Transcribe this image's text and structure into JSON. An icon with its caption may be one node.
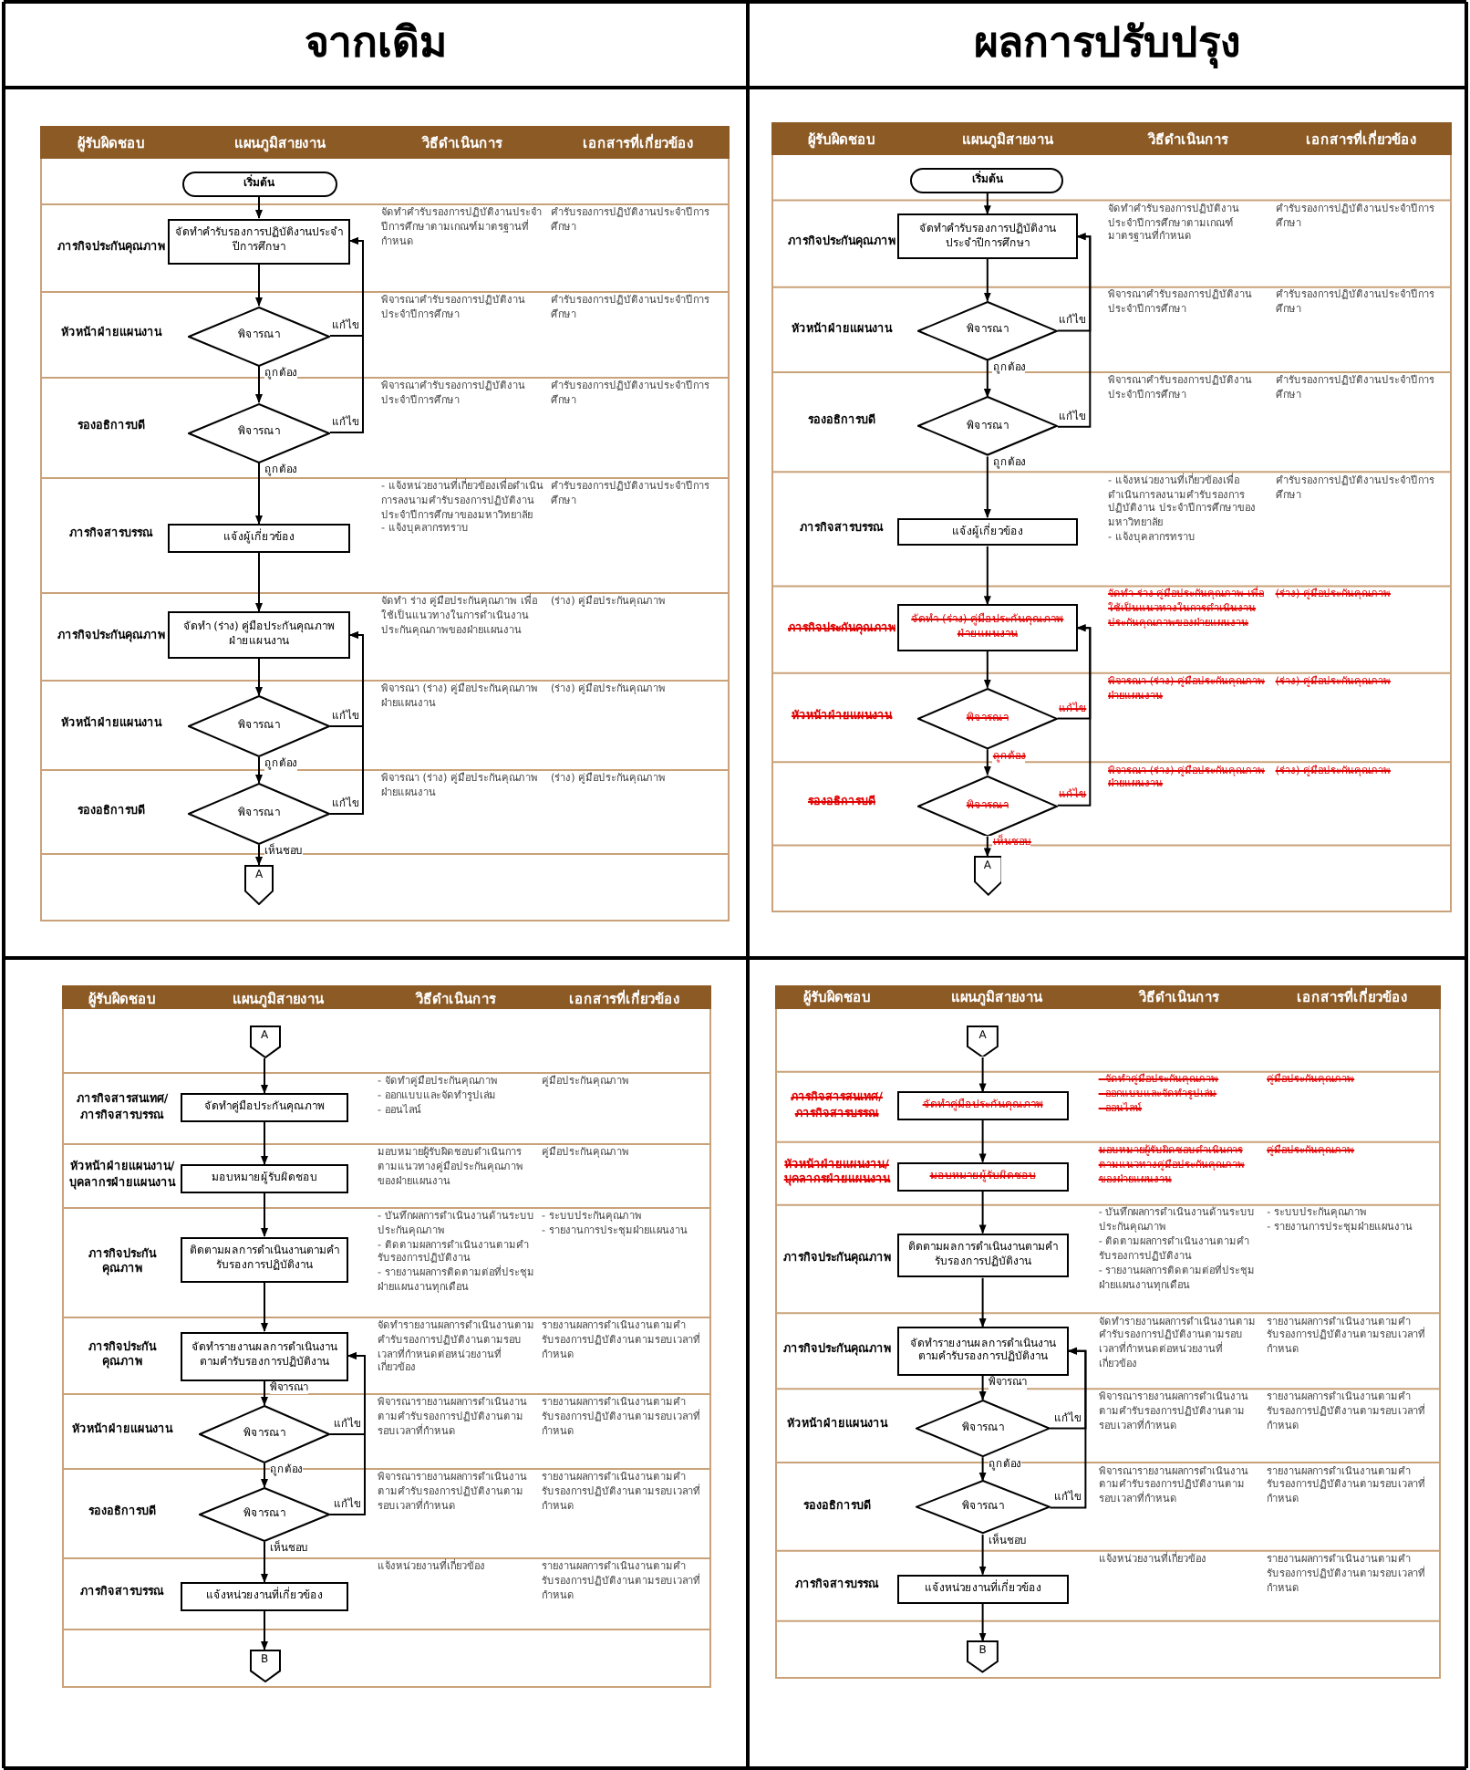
{
  "diagram": {
    "nodes": [
      {
        "text": [
          "เริ่มต้น"
        ]
      },
      {
        "text": [
          "จัดทำคำรับรองการปฏิบัติงานประจำปีการศึกษา"
        ]
      },
      {
        "text": [
          "พิจารณา"
        ]
      },
      {
        "text": [
          "พิจารณา"
        ]
      },
      {
        "text": [
          "แจ้งผู้เกี่ยวข้อง"
        ]
      },
      {
        "text": [
          "จัดทำ (ร่าง) คู่มือประกันคุณภาพฝ่ายแผนงาน"
        ]
      },
      {
        "text": [
          "พิจารณา"
        ]
      },
      {
        "text": [
          "พิจารณา"
        ]
      },
      {
        "text": [
          "A"
        ]
      },
      {
        "text": [
          "เริ่มต้น"
        ]
      },
      {
        "text": [
          "จัดทำคำรับรองการปฏิบัติงานประจำปีการศึกษา"
        ]
      },
      {
        "text": [
          "พิจารณา"
        ]
      },
      {
        "text": [
          "พิจารณา"
        ]
      },
      {
        "text": [
          "แจ้งผู้เกี่ยวข้อง"
        ]
      },
      {
        "text": [
          "จัดทำ (ร่าง) คู่มือประกันคุณภาพฝ่ายแผนงาน"
        ]
      },
      {
        "text": [
          "พิจารณา"
        ]
      },
      {
        "text": [
          "พิจารณา"
        ]
      },
      {
        "text": [
          "A"
        ]
      },
      {
        "text": [
          "A"
        ]
      },
      {
        "text": [
          "จัดทำคู่มือประกันคุณภาพ"
        ]
      },
      {
        "text": [
          "มอบหมายผู้รับผิดชอบ"
        ]
      },
      {
        "text": [
          "ติดตามผลการดำเนินงานตามคำรับรองการปฏิบัติงาน"
        ]
      },
      {
        "text": [
          "จัดทำรายงานผลการดำเนินงานตามคำรับรองการปฏิบัติงาน"
        ]
      },
      {
        "text": [
          "พิจารณา"
        ]
      },
      {
        "text": [
          "พิจารณา"
        ]
      },
      {
        "text": [
          "แจ้งหน่วยงานที่เกี่ยวข้อง"
        ]
      },
      {
        "text": [
          "B"
        ]
      },
      {
        "text": [
          "A"
        ]
      },
      {
        "text": [
          "จัดทำคู่มือประกันคุณภาพ"
        ]
      },
      {
        "text": [
          "มอบหมายผู้รับผิดชอบ"
        ]
      },
      {
        "text": [
          "ติดตามผลการดำเนินงานตามคำรับรองการปฏิบัติงาน"
        ]
      },
      {
        "text": [
          "จัดทำรายงานผลการดำเนินงานตามคำรับรองการปฏิบัติงาน"
        ]
      },
      {
        "text": [
          "พิจารณา"
        ]
      },
      {
        "text": [
          "พิจารณา"
        ]
      },
      {
        "text": [
          "แจ้งหน่วยงานที่เกี่ยวข้อง"
        ]
      },
      {
        "text": [
          "B"
        ]
      }
    ],
    "edges": [
      {
        "from": 0,
        "to": 1,
        "arrow": "to"
      },
      {
        "from": 1,
        "to": 2,
        "arrow": "to"
      },
      {
        "from": 2,
        "to": 3,
        "arrow": "to",
        "label": "ถูกต้อง"
      },
      {
        "from": 2,
        "to": 1,
        "arrow": "to",
        "label": "แก้ไข"
      },
      {
        "from": 3,
        "to": 4,
        "arrow": "to",
        "label": "ถูกต้อง"
      },
      {
        "from": 3,
        "to": 1,
        "arrow": "to",
        "label": "แก้ไข"
      },
      {
        "from": 4,
        "to": 5,
        "arrow": "to"
      },
      {
        "from": 5,
        "to": 6,
        "arrow": "to"
      },
      {
        "from": 6,
        "to": 7,
        "arrow": "to",
        "label": "ถูกต้อง"
      },
      {
        "from": 6,
        "to": 5,
        "arrow": "to",
        "label": "แก้ไข"
      },
      {
        "from": 7,
        "to": 8,
        "arrow": "to",
        "label": "เห็นชอบ"
      },
      {
        "from": 7,
        "to": 5,
        "arrow": "to",
        "label": "แก้ไข"
      },
      {
        "from": 9,
        "to": 10,
        "arrow": "to"
      },
      {
        "from": 10,
        "to": 11,
        "arrow": "to"
      },
      {
        "from": 11,
        "to": 12,
        "arrow": "to",
        "label": "ถูกต้อง"
      },
      {
        "from": 11,
        "to": 10,
        "arrow": "to",
        "label": "แก้ไข"
      },
      {
        "from": 12,
        "to": 13,
        "arrow": "to",
        "label": "ถูกต้อง"
      },
      {
        "from": 12,
        "to": 10,
        "arrow": "to",
        "label": "แก้ไข"
      },
      {
        "from": 13,
        "to": 14,
        "arrow": "to"
      },
      {
        "from": 14,
        "to": 15,
        "arrow": "to"
      },
      {
        "from": 15,
        "to": 16,
        "arrow": "to",
        "label": "ถูกต้อง"
      },
      {
        "from": 15,
        "to": 14,
        "arrow": "to",
        "label": "แก้ไข"
      },
      {
        "from": 16,
        "to": 17,
        "arrow": "to",
        "label": "เห็นชอบ"
      },
      {
        "from": 16,
        "to": 14,
        "arrow": "to",
        "label": "แก้ไข"
      },
      {
        "from": 18,
        "to": 19,
        "arrow": "to"
      },
      {
        "from": 19,
        "to": 20,
        "arrow": "to"
      },
      {
        "from": 20,
        "to": 21,
        "arrow": "to"
      },
      {
        "from": 21,
        "to": 22,
        "arrow": "to"
      },
      {
        "from": 22,
        "to": 23,
        "arrow": "to",
        "label": "พิจารณา"
      },
      {
        "from": 23,
        "to": 24,
        "arrow": "to",
        "label": "ถูกต้อง"
      },
      {
        "from": 23,
        "to": 22,
        "arrow": "to",
        "label": "แก้ไข"
      },
      {
        "from": 24,
        "to": 25,
        "arrow": "to",
        "label": "เห็นชอบ"
      },
      {
        "from": 24,
        "to": 22,
        "arrow": "to",
        "label": "แก้ไข"
      },
      {
        "from": 25,
        "to": 26,
        "arrow": "to"
      },
      {
        "from": 27,
        "to": 28,
        "arrow": "to"
      },
      {
        "from": 28,
        "to": 29,
        "arrow": "to"
      },
      {
        "from": 29,
        "to": 30,
        "arrow": "to"
      },
      {
        "from": 30,
        "to": 31,
        "arrow": "to"
      },
      {
        "from": 31,
        "to": 32,
        "arrow": "to",
        "label": "พิจารณา"
      },
      {
        "from": 32,
        "to": 33,
        "arrow": "to",
        "label": "ถูกต้อง"
      },
      {
        "from": 32,
        "to": 31,
        "arrow": "to",
        "label": "แก้ไข"
      },
      {
        "from": 33,
        "to": 34,
        "arrow": "to",
        "label": "เห็นชอบ"
      },
      {
        "from": 33,
        "to": 31,
        "arrow": "to",
        "label": "แก้ไข"
      },
      {
        "from": 34,
        "to": 35,
        "arrow": "to"
      }
    ],
    "labels": [
      "จากเดิม",
      "ผลการปรับปรุง",
      "ผู้รับผิดชอบ",
      "แผนภูมิสายงาน",
      "วิธีดำเนินการ",
      "เอกสารที่เกี่ยวข้อง",
      "ภารกิจประกันคุณภาพ",
      "จัดทำคำรับรองการปฏิบัติงานประจำปีการศึกษาตามเกณฑ์มาตรฐานที่กำหนด",
      "คำรับรองการปฏิบัติงานประจำปีการศึกษา",
      "หัวหน้าฝ่ายแผนงาน",
      "พิจารณาคำรับรองการปฏิบัติงานประจำปีการศึกษา",
      "คำรับรองการปฏิบัติงานประจำปีการศึกษา",
      "รองอธิการบดี",
      "พิจารณาคำรับรองการปฏิบัติงานประจำปีการศึกษา",
      "คำรับรองการปฏิบัติงานประจำปีการศึกษา",
      "ภารกิจสารบรรณ",
      "- แจ้งหน่วยงานที่เกี่ยวข้องเพื่อดำเนินการลงนามคำรับรองการปฏิบัติงาน ประจำปีการศึกษาของมหาวิทยาลัย",
      "- แจ้งบุคลากรทราบ",
      "คำรับรองการปฏิบัติงานประจำปีการศึกษา",
      "ภารกิจประกันคุณภาพ",
      "จัดทำ ร่าง คู่มือประกันคุณภาพ เพื่อใช้เป็นแนวทางในการดำเนินงานประกันคุณภาพของฝ่ายแผนงาน",
      "(ร่าง) คู่มือประกันคุณภาพ",
      "หัวหน้าฝ่ายแผนงาน",
      "พิจารณา (ร่าง) คู่มือประกันคุณภาพฝ่ายแผนงาน",
      "(ร่าง) คู่มือประกันคุณภาพ",
      "รองอธิการบดี",
      "พิจารณา (ร่าง) คู่มือประกันคุณภาพฝ่ายแผนงาน",
      "(ร่าง) คู่มือประกันคุณภาพ",
      "ผู้รับผิดชอบ",
      "แผนภูมิสายงาน",
      "วิธีดำเนินการ",
      "เอกสารที่เกี่ยวข้อง",
      "ภารกิจประกันคุณภาพ",
      "จัดทำคำรับรองการปฏิบัติงานประจำปีการศึกษาตามเกณฑ์มาตรฐานที่กำหนด",
      "คำรับรองการปฏิบัติงานประจำปีการศึกษา",
      "หัวหน้าฝ่ายแผนงาน",
      "พิจารณาคำรับรองการปฏิบัติงานประจำปีการศึกษา",
      "คำรับรองการปฏิบัติงานประจำปีการศึกษา",
      "รองอธิการบดี",
      "พิจารณาคำรับรองการปฏิบัติงานประจำปีการศึกษา",
      "คำรับรองการปฏิบัติงานประจำปีการศึกษา",
      "ภารกิจสารบรรณ",
      "- แจ้งหน่วยงานที่เกี่ยวข้องเพื่อดำเนินการลงนามคำรับรองการปฏิบัติงาน ประจำปีการศึกษาของมหาวิทยาลัย",
      "- แจ้งบุคลากรทราบ",
      "คำรับรองการปฏิบัติงานประจำปีการศึกษา",
      "ภารกิจประกันคุณภาพ",
      "จัดทำ ร่าง คู่มือประกันคุณภาพ เพื่อใช้เป็นแนวทางในการดำเนินงานประกันคุณภาพของฝ่ายแผนงาน",
      "(ร่าง) คู่มือประกันคุณภาพ",
      "หัวหน้าฝ่ายแผนงาน",
      "พิจารณา (ร่าง) คู่มือประกันคุณภาพฝ่ายแผนงาน",
      "(ร่าง) คู่มือประกันคุณภาพ",
      "รองอธิการบดี",
      "พิจารณา (ร่าง) คู่มือประกันคุณภาพฝ่ายแผนงาน",
      "(ร่าง) คู่มือประกันคุณภาพ",
      "ผู้รับผิดชอบ",
      "แผนภูมิสายงาน",
      "วิธีดำเนินการ",
      "เอกสารที่เกี่ยวข้อง",
      "ภารกิจสารสนเทศ/ภารกิจสารบรรณ",
      "- จัดทำคู่มือประกันคุณภาพ",
      "- ออกแบบและจัดทำรูปเล่ม",
      "- ออนไลน์",
      "คู่มือประกันคุณภาพ",
      "หัวหน้าฝ่ายแผนงาน/บุคลากรฝ่ายแผนงาน",
      "มอบหมายผู้รับผิดชอบดำเนินการตามแนวทางคู่มือประกันคุณภาพของฝ่ายแผนงาน",
      "คู่มือประกันคุณภาพ",
      "ภารกิจประกันคุณภาพ",
      "- บันทึกผลการดำเนินงานด้านระบบประกันคุณภาพ",
      "- ติดตามผลการดำเนินงานตามคำรับรองการปฏิบัติงาน",
      "- รายงานผลการติดตามต่อที่ประชุมฝ่ายแผนงานทุกเดือน",
      "- ระบบประกันคุณภาพ",
      "- รายงานการประชุมฝ่ายแผนงาน",
      "ภารกิจประกันคุณภาพ",
      "จัดทำรายงานผลการดำเนินงานตามคำรับรองการปฏิบัติงานตามรอบเวลาที่กำหนดต่อหน่วยงานที่เกี่ยวข้อง",
      "รายงานผลการดำเนินงานตามคำรับรองการปฏิบัติงานตามรอบเวลาที่กำหนด",
      "หัวหน้าฝ่ายแผนงาน",
      "พิจารณารายงานผลการดำเนินงานตามคำรับรองการปฏิบัติงานตามรอบเวลาที่กำหนด",
      "รายงานผลการดำเนินงานตามคำรับรองการปฏิบัติงานตามรอบเวลาที่กำหนด",
      "รองอธิการบดี",
      "พิจารณารายงานผลการดำเนินงานตามคำรับรองการปฏิบัติงานตามรอบเวลาที่กำหนด",
      "รายงานผลการดำเนินงานตามคำรับรองการปฏิบัติงานตามรอบเวลาที่กำหนด",
      "ภารกิจสารบรรณ",
      "แจ้งหน่วยงานที่เกี่ยวข้อง",
      "รายงานผลการดำเนินงานตามคำรับรองการปฏิบัติงานตามรอบเวลาที่กำหนด",
      "ผู้รับผิดชอบ",
      "แผนภูมิสายงาน",
      "วิธีดำเนินการ",
      "เอกสารที่เกี่ยวข้อง",
      "ภารกิจสารสนเทศ/ภารกิจสารบรรณ",
      "- จัดทำคู่มือประกันคุณภาพ",
      "- ออกแบบและจัดทำรูปเล่ม",
      "- ออนไลน์",
      "คู่มือประกันคุณภาพ",
      "หัวหน้าฝ่ายแผนงาน/บุคลากรฝ่ายแผนงาน",
      "มอบหมายผู้รับผิดชอบดำเนินการตามแนวทางคู่มือประกันคุณภาพของฝ่ายแผนงาน",
      "คู่มือประกันคุณภาพ",
      "ภารกิจประกันคุณภาพ",
      "- บันทึกผลการดำเนินงานด้านระบบประกันคุณภาพ",
      "- ติดตามผลการดำเนินงานตามคำรับรองการปฏิบัติงาน",
      "- รายงานผลการติดตามต่อที่ประชุมฝ่ายแผนงานทุกเดือน",
      "- ระบบประกันคุณภาพ",
      "- รายงานการประชุมฝ่ายแผนงาน",
      "ภารกิจประกันคุณภาพ",
      "จัดทำรายงานผลการดำเนินงานตามคำรับรองการปฏิบัติงานตามรอบเวลาที่กำหนดต่อหน่วยงานที่เกี่ยวข้อง",
      "รายงานผลการดำเนินงานตามคำรับรองการปฏิบัติงานตามรอบเวลาที่กำหนด",
      "หัวหน้าฝ่ายแผนงาน",
      "พิจารณารายงานผลการดำเนินงานตามคำรับรองการปฏิบัติงานตามรอบเวลาที่กำหนด",
      "รายงานผลการดำเนินงานตามคำรับรองการปฏิบัติงานตามรอบเวลาที่กำหนด",
      "รองอธิการบดี",
      "พิจารณารายงานผลการดำเนินงานตามคำรับรองการปฏิบัติงานตามรอบเวลาที่กำหนด",
      "รายงานผลการดำเนินงานตามคำรับรองการปฏิบัติงานตามรอบเวลาที่กำหนด",
      "ภารกิจสารบรรณ",
      "แจ้งหน่วยงานที่เกี่ยวข้อง",
      "รายงานผลการดำเนินงานตามคำรับรองการปฏิบัติงานตามรอบเวลาที่กำหนด"
    ]
  }
}
